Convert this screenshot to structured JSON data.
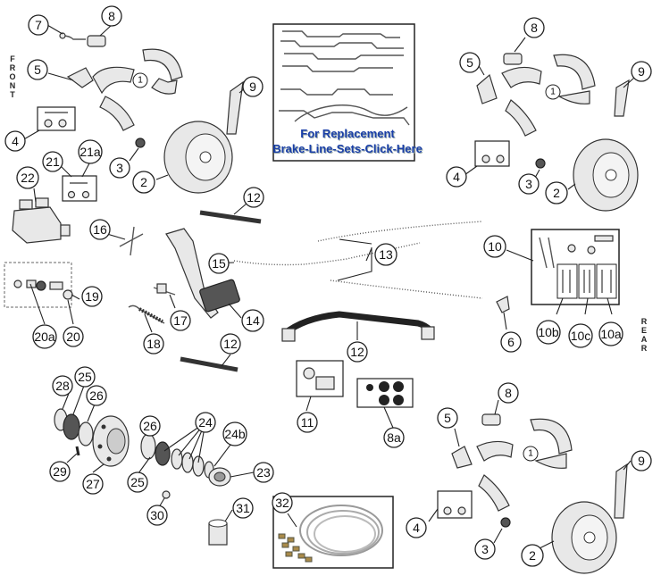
{
  "side_labels": {
    "front": [
      "F",
      "R",
      "O",
      "N",
      "T"
    ],
    "rear": [
      "R",
      "E",
      "A",
      "R"
    ]
  },
  "brake_line_link": {
    "line1": "For Replacement",
    "line2": "Brake-Line-Sets-Click-Here"
  },
  "callouts": [
    {
      "id": "7-tl",
      "label": "7"
    },
    {
      "id": "8-tl",
      "label": "8"
    },
    {
      "id": "5-tl",
      "label": "5"
    },
    {
      "id": "9-tl",
      "label": "9"
    },
    {
      "id": "4-tl",
      "label": "4"
    },
    {
      "id": "3-tl",
      "label": "3"
    },
    {
      "id": "2-tl",
      "label": "2"
    },
    {
      "id": "21",
      "label": "21"
    },
    {
      "id": "21a",
      "label": "21a"
    },
    {
      "id": "22",
      "label": "22"
    },
    {
      "id": "16",
      "label": "16"
    },
    {
      "id": "12-a",
      "label": "12"
    },
    {
      "id": "15",
      "label": "15"
    },
    {
      "id": "13",
      "label": "13"
    },
    {
      "id": "19",
      "label": "19"
    },
    {
      "id": "20a",
      "label": "20a"
    },
    {
      "id": "20",
      "label": "20"
    },
    {
      "id": "17",
      "label": "17"
    },
    {
      "id": "14",
      "label": "14"
    },
    {
      "id": "18",
      "label": "18"
    },
    {
      "id": "12-b",
      "label": "12"
    },
    {
      "id": "12-c",
      "label": "12"
    },
    {
      "id": "8-tr",
      "label": "8"
    },
    {
      "id": "5-tr",
      "label": "5"
    },
    {
      "id": "9-tr",
      "label": "9"
    },
    {
      "id": "4-tr",
      "label": "4"
    },
    {
      "id": "3-tr",
      "label": "3"
    },
    {
      "id": "2-tr",
      "label": "2"
    },
    {
      "id": "10",
      "label": "10"
    },
    {
      "id": "10b",
      "label": "10b"
    },
    {
      "id": "10c",
      "label": "10c"
    },
    {
      "id": "10a",
      "label": "10a"
    },
    {
      "id": "6",
      "label": "6"
    },
    {
      "id": "28",
      "label": "28"
    },
    {
      "id": "25-a",
      "label": "25"
    },
    {
      "id": "26-a",
      "label": "26"
    },
    {
      "id": "29",
      "label": "29"
    },
    {
      "id": "27",
      "label": "27"
    },
    {
      "id": "26-b",
      "label": "26"
    },
    {
      "id": "24",
      "label": "24"
    },
    {
      "id": "24b",
      "label": "24b"
    },
    {
      "id": "25-b",
      "label": "25"
    },
    {
      "id": "23",
      "label": "23"
    },
    {
      "id": "30",
      "label": "30"
    },
    {
      "id": "31",
      "label": "31"
    },
    {
      "id": "32",
      "label": "32"
    },
    {
      "id": "11",
      "label": "11"
    },
    {
      "id": "8a",
      "label": "8a"
    },
    {
      "id": "8-br",
      "label": "8"
    },
    {
      "id": "5-br",
      "label": "5"
    },
    {
      "id": "9-br",
      "label": "9"
    },
    {
      "id": "4-br",
      "label": "4"
    },
    {
      "id": "3-br",
      "label": "3"
    },
    {
      "id": "2-br",
      "label": "2"
    }
  ],
  "shoe_markers": [
    "1",
    "1",
    "1"
  ],
  "colors": {
    "link_text": "#1a3fa8",
    "outline": "#222222",
    "background": "#ffffff"
  }
}
